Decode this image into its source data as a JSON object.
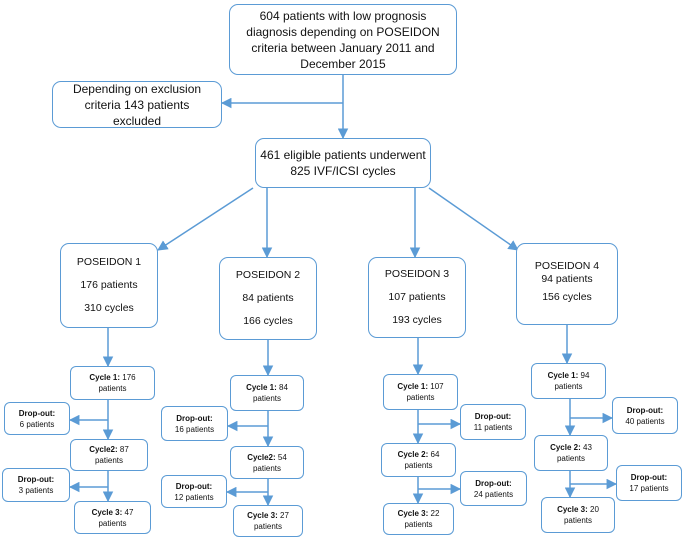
{
  "top": {
    "text": "604 patients with low prognosis diagnosis depending on POSEIDON criteria between January 2011 and December 2015"
  },
  "exclusion": {
    "text": "Depending on exclusion criteria 143 patients excluded"
  },
  "eligible": {
    "line1": "461 eligible patients underwent",
    "line2": "825 IVF/ICSI cycles"
  },
  "groups": [
    {
      "name": "POSEIDON 1",
      "patients": "176 patients",
      "cycles": "310 cycles",
      "cycle1": {
        "label": "Cycle 1:",
        "value": "176",
        "unit": "patients"
      },
      "drop1": {
        "label": "Drop-out:",
        "value": "6 patients"
      },
      "cycle2": {
        "label": "Cycle2:",
        "value": "87",
        "unit": "patients"
      },
      "drop2": {
        "label": "Drop-out:",
        "value": "3 patients"
      },
      "cycle3": {
        "label": "Cycle 3:",
        "value": "47",
        "unit": "patients"
      }
    },
    {
      "name": "POSEIDON 2",
      "patients": "84 patients",
      "cycles": "166 cycles",
      "cycle1": {
        "label": "Cycle 1:",
        "value": "84",
        "unit": "patients"
      },
      "drop1": {
        "label": "Drop-out:",
        "value": "16 patients"
      },
      "cycle2": {
        "label": "Cycle2:",
        "value": "54",
        "unit": "patients"
      },
      "drop2": {
        "label": "Drop-out:",
        "value": "12 patients"
      },
      "cycle3": {
        "label": "Cycle 3:",
        "value": "27",
        "unit": "patients"
      }
    },
    {
      "name": "POSEIDON 3",
      "patients": "107 patients",
      "cycles": "193 cycles",
      "cycle1": {
        "label": "Cycle 1:",
        "value": "107",
        "unit": "patients"
      },
      "drop1": {
        "label": "Drop-out:",
        "value": "11 patients"
      },
      "cycle2": {
        "label": "Cycle 2:",
        "value": "64",
        "unit": "patients"
      },
      "drop2": {
        "label": "Drop-out:",
        "value": "24 patients"
      },
      "cycle3": {
        "label": "Cycle 3:",
        "value": "22",
        "unit": "patients"
      }
    },
    {
      "name": "POSEIDON 4",
      "patients": "94 patients",
      "cycles": "156 cycles",
      "cycle1": {
        "label": "Cycle 1:",
        "value": "94",
        "unit": "patients"
      },
      "drop1": {
        "label": "Drop-out:",
        "value": "40 patients"
      },
      "cycle2": {
        "label": "Cycle 2:",
        "value": "43",
        "unit": "patients"
      },
      "drop2": {
        "label": "Drop-out:",
        "value": "17 patients"
      },
      "cycle3": {
        "label": "Cycle 3:",
        "value": "20",
        "unit": "patients"
      }
    }
  ],
  "colors": {
    "line": "#5b9bd5",
    "text": "#111111",
    "background": "#ffffff"
  }
}
